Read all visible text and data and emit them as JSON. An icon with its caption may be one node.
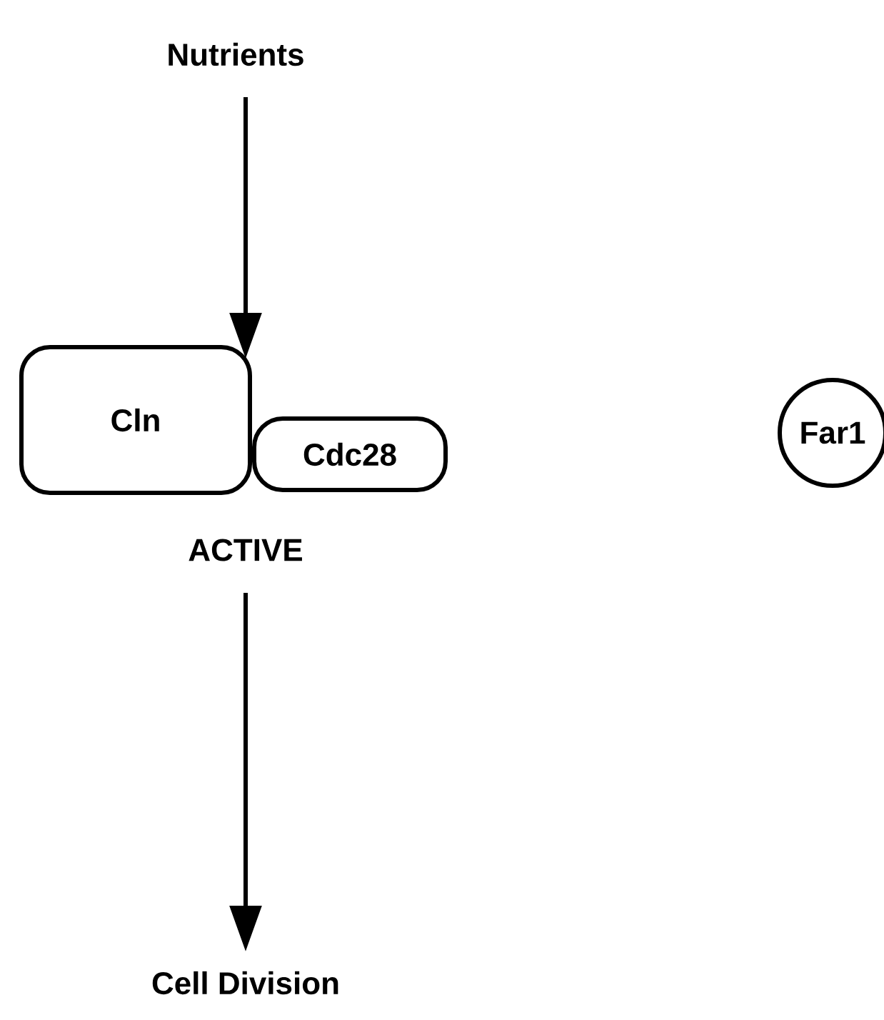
{
  "diagram": {
    "nodes": [
      {
        "text": [
          "Nutrients"
        ]
      },
      {
        "text": [
          "Cln"
        ]
      },
      {
        "text": [
          "Cdc28"
        ]
      },
      {
        "text": [
          "Far1"
        ]
      },
      {
        "text": [
          "ACTIVE"
        ]
      },
      {
        "text": [
          "Cell Division"
        ]
      }
    ],
    "edges": [
      {
        "from": 0,
        "to": 1,
        "arrow": "to"
      },
      {
        "from": 4,
        "to": 5,
        "arrow": "to"
      }
    ]
  }
}
